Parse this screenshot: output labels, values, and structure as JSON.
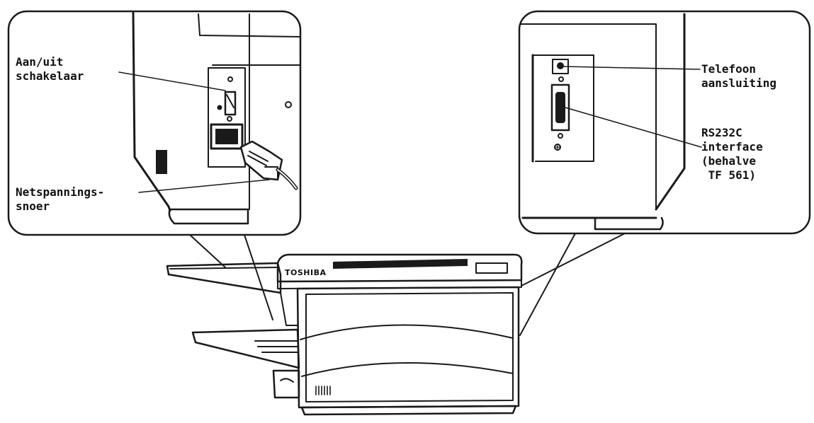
{
  "left_callout": {
    "switch_label_line1": "Aan/uit",
    "switch_label_line2": "schakelaar",
    "cord_label_line1": "Netspannings-",
    "cord_label_line2": "snoer"
  },
  "right_callout": {
    "phone_label_line1": "Telefoon",
    "phone_label_line2": "aansluiting",
    "rs232_label_line1": "RS232C",
    "rs232_label_line2": "interface",
    "rs232_label_line3": "(behalve",
    "rs232_label_line4": " TF 561)"
  },
  "machine": {
    "brand": "TOSHIBA"
  }
}
